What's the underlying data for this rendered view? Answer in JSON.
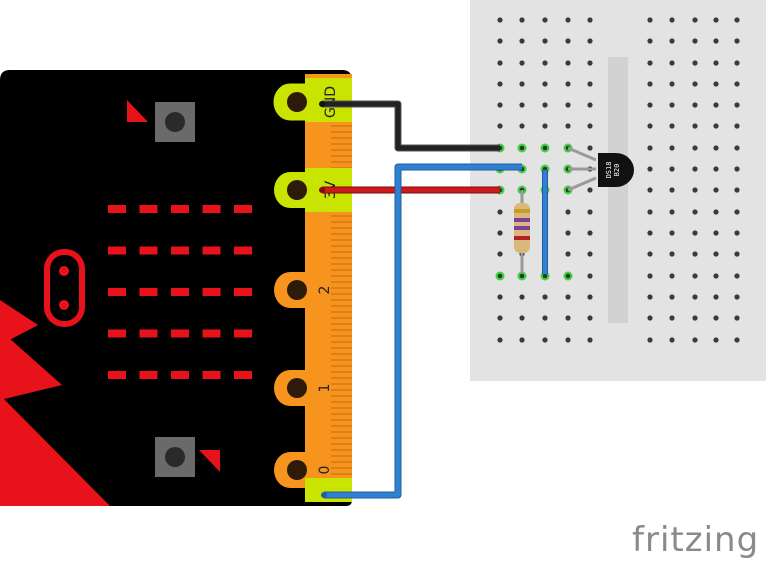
{
  "microbit": {
    "pins": [
      {
        "id": "gnd",
        "label": "GND"
      },
      {
        "id": "3v",
        "label": "3V"
      },
      {
        "id": "p2",
        "label": "2"
      },
      {
        "id": "p1",
        "label": "1"
      },
      {
        "id": "p0",
        "label": "0"
      }
    ],
    "led_rows": 5,
    "led_cols": 5
  },
  "sensor": {
    "label_line1": "DS18",
    "label_line2": "B20"
  },
  "wires": {
    "gnd_color": "#222222",
    "power_color": "#cc1a1a",
    "data_color": "#2f80d1"
  },
  "colors": {
    "board": "#000000",
    "led": "#e8121a",
    "edge_orange": "#f7941d",
    "edge_green": "#c8e400",
    "breadboard": "#e6e6e6",
    "active_hole": "#3fd23f"
  },
  "brand": {
    "text": "fritzing"
  }
}
